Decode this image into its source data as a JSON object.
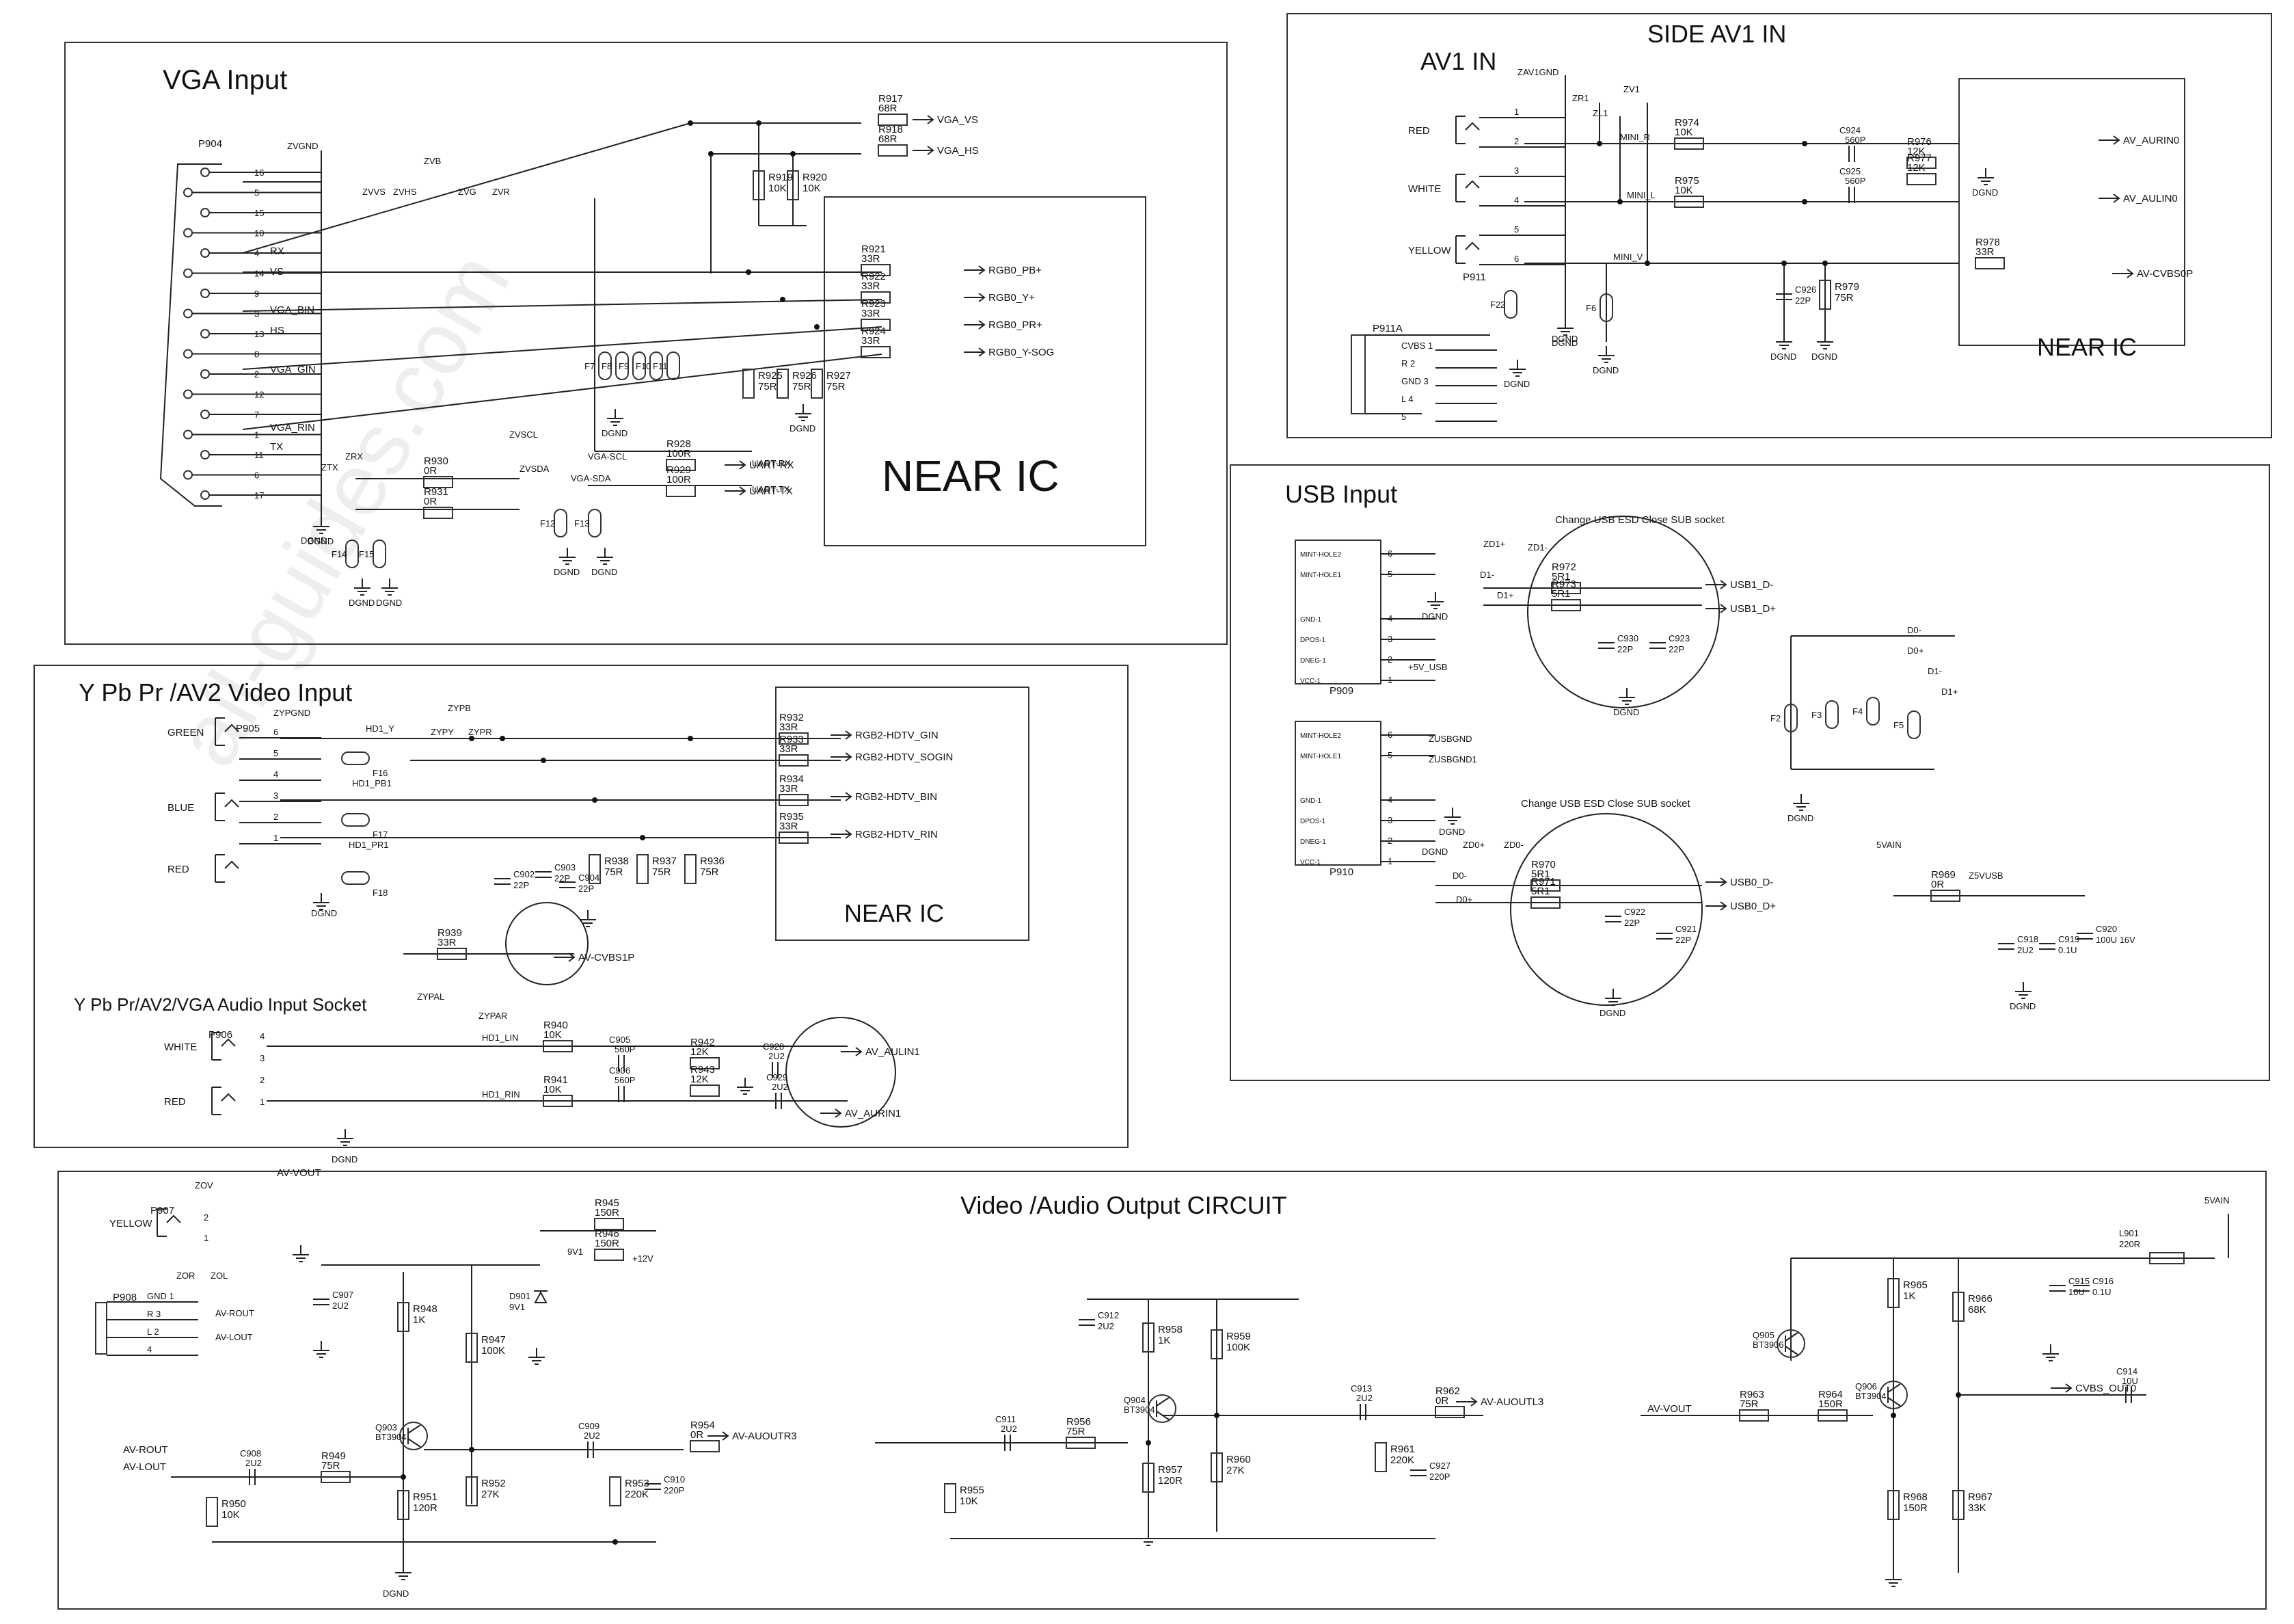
{
  "watermark": "all-guides.com",
  "sections": {
    "vga": {
      "title": "VGA  Input",
      "near_ic": "NEAR   IC",
      "connector": "P904",
      "pins": [
        "16",
        "5",
        "15",
        "10",
        "4",
        "14",
        "9",
        "3",
        "13",
        "8",
        "2",
        "12",
        "7",
        "1",
        "11",
        "6",
        "17"
      ],
      "pin_labels": [
        "RX",
        "VS",
        "VGA_BIN",
        "HS",
        "VGA_GIN",
        "VGA_RIN",
        "TX"
      ],
      "nets": [
        "ZVGND",
        "ZVB",
        "ZVVS",
        "ZVHS",
        "ZVG",
        "ZVR",
        "ZRX",
        "ZTX",
        "ZVSCL",
        "ZVSDA",
        "DGND"
      ],
      "resistors": [
        {
          "ref": "R917",
          "value": "68R",
          "net": "VGA_VS"
        },
        {
          "ref": "R918",
          "value": "68R",
          "net": "VGA_HS"
        },
        {
          "ref": "R919",
          "value": "10K"
        },
        {
          "ref": "R920",
          "value": "10K"
        },
        {
          "ref": "R921",
          "value": "33R",
          "net": "RGB0_PB+"
        },
        {
          "ref": "R922",
          "value": "33R",
          "net": "RGB0_Y+"
        },
        {
          "ref": "R923",
          "value": "33R",
          "net": "RGB0_PR+"
        },
        {
          "ref": "R924",
          "value": "33R",
          "net": "RGB0_Y-SOG"
        },
        {
          "ref": "R925",
          "value": "75R"
        },
        {
          "ref": "R926",
          "value": "75R"
        },
        {
          "ref": "R927",
          "value": "75R"
        },
        {
          "ref": "R928",
          "value": "100R",
          "net": "UART-RX"
        },
        {
          "ref": "R929",
          "value": "100R",
          "net": "UART-TX"
        },
        {
          "ref": "R930",
          "value": "0R"
        },
        {
          "ref": "R931",
          "value": "0R"
        }
      ],
      "outputs": [
        "VGA_VS",
        "VGA_HS",
        "RGB0_PB+",
        "RGB0_Y+",
        "RGB0_PR+",
        "RGB0_Y-SOG",
        "UART-RX",
        "UART-TX"
      ],
      "signals": [
        "VGA-SCL",
        "VGA-SDA",
        "UART-RX",
        "UART-TX"
      ],
      "ferrites": [
        "F7",
        "F8",
        "F9",
        "F10",
        "F11",
        "F12",
        "F13",
        "F14",
        "F15"
      ]
    },
    "av1": {
      "title": "SIDE AV1   IN",
      "subtitle": "AV1  IN",
      "near_ic": "NEAR    IC",
      "connector": "P911",
      "jacks": [
        "RED",
        "WHITE",
        "YELLOW"
      ],
      "pins": [
        "1",
        "2",
        "3",
        "4",
        "5",
        "6"
      ],
      "nets": [
        "ZAV1GND",
        "ZR1",
        "ZL1",
        "ZV1",
        "MINI_R",
        "MINI_L",
        "MINI_V",
        "DGND"
      ],
      "resistors": [
        {
          "ref": "R974",
          "value": "10K"
        },
        {
          "ref": "R975",
          "value": "10K"
        },
        {
          "ref": "R976",
          "value": "12K"
        },
        {
          "ref": "R977",
          "value": "12K"
        },
        {
          "ref": "R978",
          "value": "33R"
        },
        {
          "ref": "R979",
          "value": "75R"
        }
      ],
      "caps": [
        {
          "ref": "C924",
          "value": "560P"
        },
        {
          "ref": "C925",
          "value": "560P"
        },
        {
          "ref": "C926",
          "value": "22P"
        }
      ],
      "outputs": [
        "AV_AURIN0",
        "AV_AULIN0",
        "AV-CVBS0P"
      ],
      "socket": {
        "ref": "P911A",
        "rows": [
          "CVBS 1",
          "R  2",
          "GND  3",
          "L  4",
          "5"
        ]
      },
      "ferrites": [
        "F22",
        "F6"
      ]
    },
    "usb": {
      "title": "USB Input",
      "notes": [
        "Change USB ESD Close SUB socket",
        "Change USB ESD Close SUB socket"
      ],
      "connectors": [
        {
          "ref": "P909",
          "pins": [
            "MINT-HOLE2",
            "MINT-HOLE1",
            "GND-1",
            "DPOS-1",
            "DNEG-1",
            "VCC-1"
          ],
          "nums": [
            "6",
            "5",
            "4",
            "3",
            "2",
            "1"
          ]
        },
        {
          "ref": "P910",
          "pins": [
            "MINT-HOLE2",
            "MINT-HOLE1",
            "GND-1",
            "DPOS-1",
            "DNEG-1",
            "VCC-1"
          ],
          "nums": [
            "6",
            "5",
            "4",
            "3",
            "2",
            "1"
          ]
        }
      ],
      "nets": [
        "ZD1+",
        "ZD1-",
        "D1-",
        "D1+",
        "ZD0+",
        "ZD0-",
        "D0-",
        "D0+",
        "+5V_USB",
        "ZUSBGND",
        "ZUSBGND1",
        "5VAIN",
        "Z5VUSB",
        "DGND"
      ],
      "resistors": [
        {
          "ref": "R972",
          "value": "5R1"
        },
        {
          "ref": "R973",
          "value": "5R1"
        },
        {
          "ref": "R970",
          "value": "5R1"
        },
        {
          "ref": "R971",
          "value": "5R1"
        },
        {
          "ref": "R969",
          "value": "0R"
        }
      ],
      "caps": [
        {
          "ref": "C930",
          "value": "22P"
        },
        {
          "ref": "C923",
          "value": "22P"
        },
        {
          "ref": "C922",
          "value": "22P"
        },
        {
          "ref": "C921",
          "value": "22P"
        },
        {
          "ref": "C918",
          "value": "2U2"
        },
        {
          "ref": "C919",
          "value": "0.1U"
        },
        {
          "ref": "C920",
          "value": "100U 16V"
        }
      ],
      "outputs": [
        "USB1_D-",
        "USB1_D+",
        "USB0_D-",
        "USB0_D+"
      ],
      "ferrites": [
        "F2",
        "F3",
        "F4",
        "F5"
      ]
    },
    "ypbpr": {
      "title": "Y Pb Pr /AV2 Video Input",
      "near_ic": "NEAR   IC",
      "connector": "P905",
      "jacks": [
        "GREEN",
        "BLUE",
        "RED"
      ],
      "pins": [
        "6",
        "5",
        "4",
        "3",
        "2",
        "1"
      ],
      "nets": [
        "ZYPGND",
        "ZYPB",
        "ZYPY",
        "ZYPR",
        "HD1_Y",
        "HD1_PB1",
        "HD1_PR1",
        "DGND"
      ],
      "resistors": [
        {
          "ref": "R932",
          "value": "33R",
          "net": "RGB2-HDTV_GIN"
        },
        {
          "ref": "R933",
          "value": "33R",
          "net": "RGB2-HDTV_SOGIN"
        },
        {
          "ref": "R934",
          "value": "33R",
          "net": "RGB2-HDTV_BIN"
        },
        {
          "ref": "R935",
          "value": "33R",
          "net": "RGB2-HDTV_RIN"
        },
        {
          "ref": "R936",
          "value": "75R"
        },
        {
          "ref": "R937",
          "value": "75R"
        },
        {
          "ref": "R938",
          "value": "75R"
        },
        {
          "ref": "R939",
          "value": "33R",
          "net": "AV-CVBS1P"
        }
      ],
      "caps": [
        {
          "ref": "C902",
          "value": "22P"
        },
        {
          "ref": "C903",
          "value": "22P"
        },
        {
          "ref": "C904",
          "value": "22P"
        }
      ],
      "outputs": [
        "RGB2-HDTV_GIN",
        "RGB2-HDTV_SOGIN",
        "RGB2-HDTV_BIN",
        "RGB2-HDTV_RIN",
        "AV-CVBS1P"
      ],
      "ferrites": [
        "F16",
        "F17",
        "F18"
      ]
    },
    "audio_in": {
      "title": "Y Pb Pr/AV2/VGA Audio Input Socket",
      "connector": "P906",
      "jacks": [
        "WHITE",
        "RED"
      ],
      "pins": [
        "4",
        "3",
        "2",
        "1"
      ],
      "nets": [
        "ZYPAL",
        "ZYPAR",
        "HD1_LIN",
        "HD1_RIN",
        "DGND"
      ],
      "resistors": [
        {
          "ref": "R940",
          "value": "10K"
        },
        {
          "ref": "R941",
          "value": "10K"
        },
        {
          "ref": "R942",
          "value": "12K"
        },
        {
          "ref": "R943",
          "value": "12K"
        }
      ],
      "caps": [
        {
          "ref": "C905",
          "value": "560P"
        },
        {
          "ref": "C906",
          "value": "560P"
        },
        {
          "ref": "C928",
          "value": "2U2"
        },
        {
          "ref": "C929",
          "value": "2U2"
        }
      ],
      "outputs": [
        "AV_AULIN1",
        "AV_AURIN1"
      ]
    },
    "output": {
      "title": "Video /Audio Output CIRCUIT",
      "connectors": [
        {
          "ref": "P907",
          "jack": "YELLOW",
          "pins": [
            "2",
            "1"
          ],
          "net": "AV-VOUT"
        },
        {
          "ref": "P908",
          "rows": [
            "GND  1",
            "R  3",
            "L  2",
            "4"
          ],
          "nets": [
            "AV-ROUT",
            "AV-LOUT"
          ]
        }
      ],
      "nets": [
        "ZOV",
        "ZOR",
        "ZOL",
        "9V1",
        "+12V",
        "5VAIN",
        "DGND"
      ],
      "transistors": [
        {
          "ref": "Q903",
          "type": "BT3904"
        },
        {
          "ref": "Q904",
          "type": "BT3904"
        },
        {
          "ref": "Q905",
          "type": "BT3906"
        },
        {
          "ref": "Q906",
          "type": "BT3904"
        }
      ],
      "resistors": [
        {
          "ref": "R945",
          "value": "150R"
        },
        {
          "ref": "R946",
          "value": "150R"
        },
        {
          "ref": "R947",
          "value": "100K"
        },
        {
          "ref": "R948",
          "value": "1K"
        },
        {
          "ref": "R949",
          "value": "75R"
        },
        {
          "ref": "R950",
          "value": "10K"
        },
        {
          "ref": "R951",
          "value": "120R"
        },
        {
          "ref": "R952",
          "value": "27K"
        },
        {
          "ref": "R953",
          "value": "220K"
        },
        {
          "ref": "R954",
          "value": "0R"
        },
        {
          "ref": "R955",
          "value": "10K"
        },
        {
          "ref": "R956",
          "value": "75R"
        },
        {
          "ref": "R957",
          "value": "120R"
        },
        {
          "ref": "R958",
          "value": "1K"
        },
        {
          "ref": "R959",
          "value": "100K"
        },
        {
          "ref": "R960",
          "value": "27K"
        },
        {
          "ref": "R961",
          "value": "220K"
        },
        {
          "ref": "R962",
          "value": "0R"
        },
        {
          "ref": "R963",
          "value": "75R"
        },
        {
          "ref": "R964",
          "value": "150R"
        },
        {
          "ref": "R965",
          "value": "1K"
        },
        {
          "ref": "R966",
          "value": "68K"
        },
        {
          "ref": "R967",
          "value": "33K"
        },
        {
          "ref": "R968",
          "value": "150R"
        }
      ],
      "caps": [
        {
          "ref": "C907",
          "value": "2U2"
        },
        {
          "ref": "C908",
          "value": "2U2"
        },
        {
          "ref": "C909",
          "value": "2U2"
        },
        {
          "ref": "C910",
          "value": "220P"
        },
        {
          "ref": "C911",
          "value": "2U2"
        },
        {
          "ref": "C912",
          "value": "2U2"
        },
        {
          "ref": "C913",
          "value": "2U2"
        },
        {
          "ref": "C914",
          "value": "10U"
        },
        {
          "ref": "C915",
          "value": "10U"
        },
        {
          "ref": "C916",
          "value": "0.1U"
        },
        {
          "ref": "C927",
          "value": "220P"
        }
      ],
      "diode": {
        "ref": "D901",
        "value": "9V1"
      },
      "inductor": {
        "ref": "L901",
        "value": "220R"
      },
      "signals_in": [
        "AV-ROUT",
        "AV-LOUT",
        "AV-VOUT"
      ],
      "outputs": [
        "AV-AUOUTR3",
        "AV-AUOUTL3",
        "CVBS_OUT0"
      ]
    }
  }
}
